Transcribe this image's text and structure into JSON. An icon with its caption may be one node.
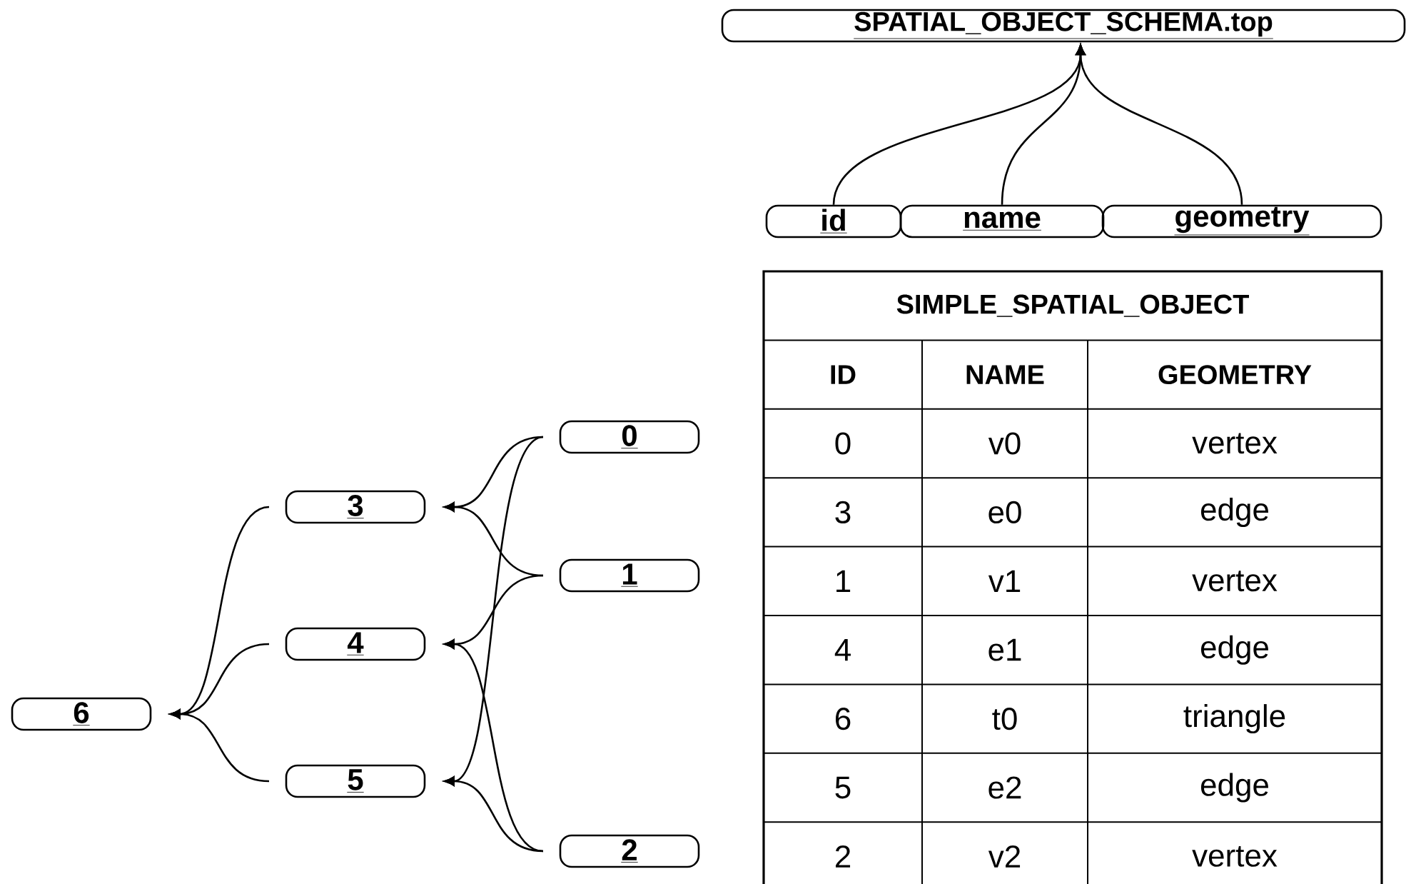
{
  "diagram": {
    "nodes": [
      {
        "text": [
          "SPATIAL_OBJECT_SCHEMA.top"
        ]
      },
      {
        "text": [
          "id"
        ]
      },
      {
        "text": [
          "name"
        ]
      },
      {
        "text": [
          "geometry"
        ]
      },
      {
        "text": [
          "0"
        ]
      },
      {
        "text": [
          "3"
        ]
      },
      {
        "text": [
          "1"
        ]
      },
      {
        "text": [
          "4"
        ]
      },
      {
        "text": [
          "6"
        ]
      },
      {
        "text": [
          "5"
        ]
      },
      {
        "text": [
          "2"
        ]
      }
    ],
    "edges": [
      {
        "from": 1,
        "to": 0,
        "arrow": "to"
      },
      {
        "from": 2,
        "to": 0,
        "arrow": "to"
      },
      {
        "from": 3,
        "to": 0,
        "arrow": "to"
      },
      {
        "from": 4,
        "to": 5,
        "arrow": "to"
      },
      {
        "from": 6,
        "to": 5,
        "arrow": "to"
      },
      {
        "from": 6,
        "to": 7,
        "arrow": "to"
      },
      {
        "from": 10,
        "to": 7,
        "arrow": "to"
      },
      {
        "from": 4,
        "to": 9,
        "arrow": "to"
      },
      {
        "from": 10,
        "to": 9,
        "arrow": "to"
      },
      {
        "from": 5,
        "to": 8,
        "arrow": "to"
      },
      {
        "from": 7,
        "to": 8,
        "arrow": "to"
      },
      {
        "from": 9,
        "to": 8,
        "arrow": "to"
      }
    ],
    "labels": [
      "SIMPLE_SPATIAL_OBJECT",
      "ID",
      "NAME",
      "GEOMETRY",
      "0",
      "v0",
      "vertex",
      "3",
      "e0",
      "edge",
      "1",
      "v1",
      "vertex",
      "4",
      "e1",
      "edge",
      "6",
      "t0",
      "triangle",
      "5",
      "e2",
      "edge",
      "2",
      "v2",
      "vertex"
    ]
  }
}
